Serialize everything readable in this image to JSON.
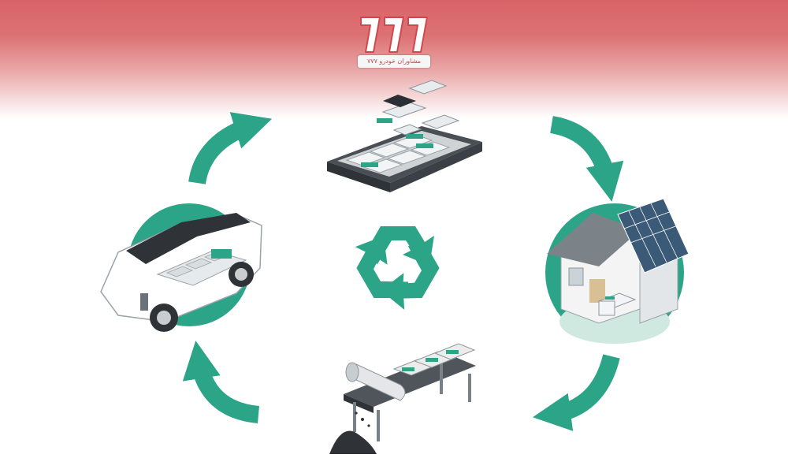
{
  "logo": {
    "caption": "مشاوران خودرو ۷۷۷",
    "mark": "۷۷۷",
    "color": "#d0474e"
  },
  "colors": {
    "header_band": "#d96468",
    "accent_green": "#2ca487",
    "background": "#ffffff"
  },
  "cycle": {
    "center_icon": "recycle-icon",
    "stages": [
      "battery-pack",
      "home-energy-storage",
      "battery-recycling-conveyor",
      "electric-car"
    ]
  }
}
